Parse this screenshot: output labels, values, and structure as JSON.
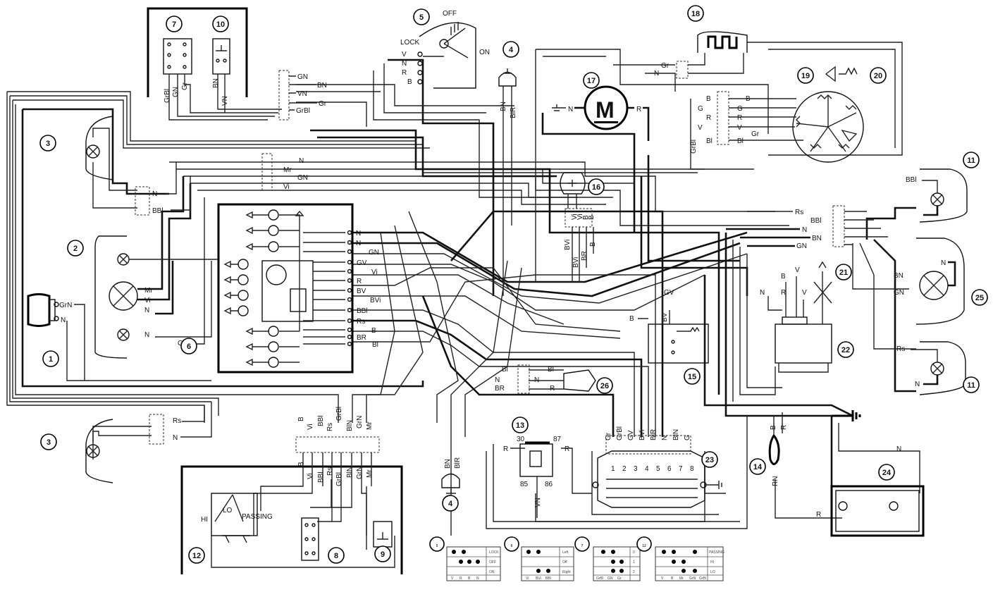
{
  "diagram": {
    "callouts": [
      {
        "n": "1"
      },
      {
        "n": "2"
      },
      {
        "n": "3"
      },
      {
        "n": "3"
      },
      {
        "n": "4"
      },
      {
        "n": "4"
      },
      {
        "n": "5"
      },
      {
        "n": "6"
      },
      {
        "n": "7"
      },
      {
        "n": "8"
      },
      {
        "n": "9"
      },
      {
        "n": "10"
      },
      {
        "n": "11"
      },
      {
        "n": "11"
      },
      {
        "n": "12"
      },
      {
        "n": "13"
      },
      {
        "n": "14"
      },
      {
        "n": "15"
      },
      {
        "n": "16"
      },
      {
        "n": "17"
      },
      {
        "n": "18"
      },
      {
        "n": "19"
      },
      {
        "n": "20"
      },
      {
        "n": "21"
      },
      {
        "n": "22"
      },
      {
        "n": "23"
      },
      {
        "n": "24"
      },
      {
        "n": "25"
      },
      {
        "n": "26"
      }
    ],
    "switch": {
      "off": "OFF",
      "lock": "LOCK",
      "on": "ON",
      "terminals": [
        "V",
        "N",
        "R",
        "B"
      ]
    },
    "motor": {
      "symbol": "M",
      "left": "N",
      "right": "R"
    },
    "relay": {
      "t30": "30",
      "t87": "87",
      "t85": "85",
      "t86": "86",
      "left": "R",
      "right": "R",
      "bottom": "VN"
    },
    "passing": "PASSING",
    "lights": {
      "hi": "HI",
      "lo": "LO"
    },
    "wire_labels": {
      "top_connector": [
        "GN",
        "BN",
        "VN",
        "Gr",
        "GrBl"
      ],
      "connector_mid": [
        "N",
        "Mr",
        "GN",
        "Vi"
      ],
      "headlamp": [
        "Mr",
        "Vi",
        "N"
      ],
      "dash_right": [
        "N",
        "N",
        "GN",
        "GV",
        "Vi",
        "R",
        "BV",
        "BVi",
        "BBl",
        "Rs",
        "B",
        "BR",
        "Bl"
      ],
      "lower_connector": [
        "B",
        "Vi",
        "BBl",
        "Rs",
        "GrBl",
        "BlN",
        "GrN",
        "Mr"
      ],
      "lower_switch": [
        "B",
        "Vi",
        "BBl",
        "Rs",
        "GrBl",
        "BlN",
        "GrN",
        "Mr"
      ],
      "ecu": [
        "Gr",
        "GrBl",
        "GV",
        "BVi",
        "BlR",
        "N",
        "BlN",
        "G"
      ],
      "ecu_pins": [
        "1",
        "2",
        "3",
        "4",
        "5",
        "6",
        "7",
        "8"
      ],
      "gen": [
        "B",
        "G",
        "R",
        "V",
        "Bl"
      ],
      "gen_right": [
        "B",
        "G",
        "R",
        "V",
        "Gr",
        "Bl"
      ],
      "right_connector": [
        "Rs",
        "BBl",
        "N",
        "BN",
        "GN"
      ],
      "k16": [
        "BVi",
        "BVi",
        "BR",
        "B"
      ],
      "k16_top": [
        "Vi",
        "Vi",
        "B",
        "B"
      ],
      "misc": {
        "grn1": "GrN",
        "n1": "N",
        "bbl3": "BBl",
        "n3": "N",
        "gn2": "GN",
        "n2": "N",
        "rs3b": "Rs",
        "n3b": "N",
        "gr18": "Gr",
        "n18": "N",
        "grbl_v": "GrBl",
        "bbl11": "BBl",
        "bn25": "BN",
        "gn25": "GN",
        "n25": "N",
        "rs11b": "Rs",
        "n11b": "N",
        "gv15": "GV",
        "bv15": "BV",
        "b15": "B",
        "b22": "B",
        "v22": "V",
        "n22": "N",
        "r22": "R",
        "v22b": "V",
        "bl26": "Bl",
        "bl26b": "Bl",
        "n26": "N",
        "n26b": "N",
        "br26": "BR",
        "r26": "R",
        "bn4": "BN",
        "blr4": "BlR",
        "bn4b": "BN",
        "blr4b": "BlR",
        "bn10": "BN",
        "vn10": "VN",
        "grbl7": "GrBl",
        "gn7": "GN",
        "gr7": "Gr",
        "b14": "B",
        "r14": "R",
        "rn14": "RN",
        "n24": "N",
        "r24": "R"
      }
    },
    "mini_tables": [
      {
        "n": "5",
        "rows": [
          "LOCK",
          "OFF",
          "ON"
        ],
        "cols": [
          "V",
          "R",
          "B",
          "N"
        ]
      },
      {
        "n": "6",
        "rows": [
          "Left",
          "Off",
          "Right"
        ],
        "cols": [
          "Vi",
          "BVi",
          "BBl"
        ]
      },
      {
        "n": "7",
        "rows": [
          "0",
          "1",
          "2"
        ],
        "cols": [
          "GrBl",
          "GN",
          "Gr"
        ]
      },
      {
        "n": "12",
        "rows": [
          "PASSING",
          "HI",
          "LO"
        ],
        "cols": [
          "V",
          "B",
          "Mr",
          "GrN",
          "GrBl"
        ]
      }
    ]
  }
}
